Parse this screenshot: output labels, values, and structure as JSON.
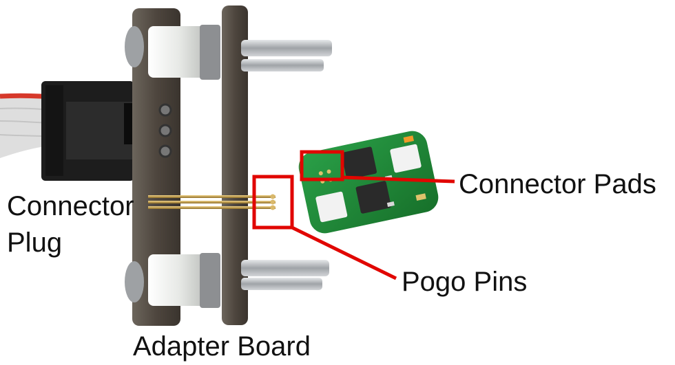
{
  "labels": {
    "connector_plug_line1": "Connector",
    "connector_plug_line2": "Plug",
    "connector_pads": "Connector Pads",
    "pogo_pins": "Pogo Pins",
    "adapter_board": "Adapter Board"
  },
  "colors": {
    "annotation": "#e10600",
    "pcb_green": "#1e8a35",
    "board_brown": "#4a4238",
    "spacer_white": "#e9ecea",
    "thread_silver": "#b9bcc0",
    "pin_gold": "#c8a24a",
    "cable_gray": "#d9d9d9",
    "plug_black": "#1d1d1d"
  }
}
